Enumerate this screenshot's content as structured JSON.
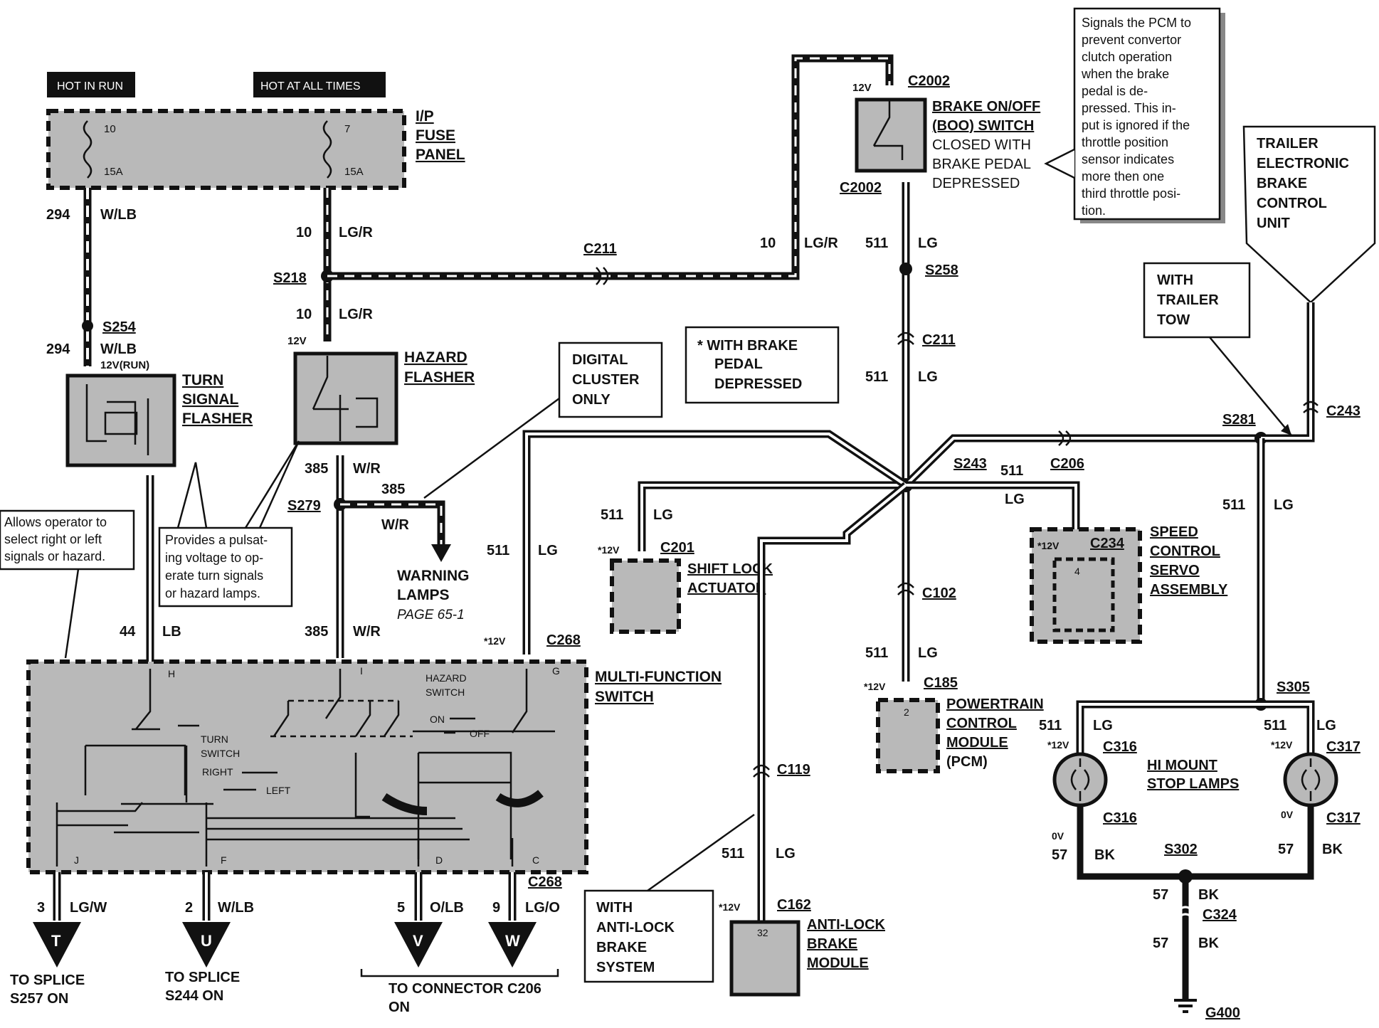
{
  "labels": {
    "hot_in_run": "HOT IN RUN",
    "hot_at_all_times": "HOT AT ALL TIMES",
    "ip": "I/P",
    "fuse": "FUSE",
    "panel": "PANEL",
    "fuse_10": "10",
    "fuse_10_amp": "15A",
    "fuse_7": "7",
    "fuse_7_amp": "15A",
    "w294a_num": "294",
    "w294a_col": "W/LB",
    "w294b_num": "294",
    "w294b_col": "W/LB",
    "s254": "S254",
    "v12run": "12V(RUN)",
    "turn": "TURN",
    "signal": "SIGNAL",
    "flasher": "FLASHER",
    "w10a_num": "10",
    "w10a_col": "LG/R",
    "s218": "S218",
    "w10b_num": "10",
    "w10b_col": "LG/R",
    "v12_hz": "12V",
    "hazard": "HAZARD",
    "hazard_flasher": "FLASHER",
    "c211_top": "C211",
    "w10c_num": "10",
    "w10c_col": "LG/R",
    "c2002_top": "C2002",
    "v12_boo": "12V",
    "boo1": "BRAKE ON/OFF",
    "boo2": "(BOO) SWITCH",
    "boo3": "CLOSED WITH",
    "boo4": "BRAKE PEDAL",
    "boo5": "DEPRESSED",
    "c2002_bot": "C2002",
    "pcm_note": [
      "Signals the PCM to",
      "prevent convertor",
      "clutch operation",
      "when the brake",
      "pedal is de-",
      "pressed. This in-",
      "put is ignored if the",
      "throttle position",
      "sensor indicates",
      "more then one",
      "third throttle posi-",
      "tion."
    ],
    "tebcu": [
      "TRAILER",
      "ELECTRONIC",
      "BRAKE",
      "CONTROL",
      "UNIT"
    ],
    "with_trailer": [
      "WITH",
      "TRAILER",
      "TOW"
    ],
    "w511_top_num": "511",
    "w511_top_col": "LG",
    "s258": "S258",
    "c211_mid": "C211",
    "w511_mid_num": "511",
    "w511_mid_col": "LG",
    "brake_note": [
      "* WITH BRAKE",
      "PEDAL",
      "DEPRESSED"
    ],
    "digital": [
      "DIGITAL",
      "CLUSTER",
      "ONLY"
    ],
    "c243": "C243",
    "s281": "S281",
    "s243": "S243",
    "w511_s243": "511",
    "c206": "C206",
    "w_lg_s243": "LG",
    "w511_right_num": "511",
    "w511_right_col": "LG",
    "w385a_num": "385",
    "w385a_col": "W/R",
    "s279": "S279",
    "w385b_num": "385",
    "w385b_col": "W/R",
    "warning1": "WARNING",
    "warning2": "LAMPS",
    "page": "PAGE 65-1",
    "w511_sl_num": "511",
    "w511_sl_col": "LG",
    "v12_sl": "*12V",
    "c201": "C201",
    "shift1": "SHIFT LOCK",
    "shift2": "ACTUATOR",
    "v12_spd": "*12V",
    "c234": "C234",
    "pin4": "4",
    "speed": [
      "SPEED",
      "CONTROL",
      "SERVO",
      "ASSEMBLY"
    ],
    "w511_cl_num": "511",
    "w511_cl_col": "LG",
    "allows_note": [
      "Allows operator to",
      "select right or left",
      "signals or hazard."
    ],
    "provides_note": [
      "Provides a pulsat-",
      "ing voltage to op-",
      "erate turn signals",
      "or hazard lamps."
    ],
    "w44_num": "44",
    "w44_col": "LB",
    "w385c_num": "385",
    "w385c_col": "W/R",
    "v12_c268": "*12V",
    "c268_top": "C268",
    "mfs1": "MULTI-FUNCTION",
    "mfs2": "SWITCH",
    "pin_h": "H",
    "pin_i": "I",
    "pin_g": "G",
    "pin_j": "J",
    "pin_f": "F",
    "pin_d": "D",
    "pin_c": "C",
    "hazard_sw1": "HAZARD",
    "hazard_sw2": "SWITCH",
    "on": "ON",
    "off": "OFF",
    "turn_sw1": "TURN",
    "turn_sw2": "SWITCH",
    "right": "RIGHT",
    "left": "LEFT",
    "c102": "C102",
    "w511_c102_num": "511",
    "w511_c102_col": "LG",
    "v12_pcm": "*12V",
    "c185": "C185",
    "pin2": "2",
    "pcm": [
      "POWERTRAIN",
      "CONTROL",
      "MODULE",
      "(PCM)"
    ],
    "s305": "S305",
    "w511_l_num": "511",
    "w511_l_col": "LG",
    "w511_r_num": "511",
    "w511_r_col": "LG",
    "v12_c316": "*12V",
    "c316_top": "C316",
    "v12_c317": "*12V",
    "c317_top": "C317",
    "himount1": "HI MOUNT",
    "himount2": "STOP LAMPS",
    "c316_bot": "C316",
    "c317_bot": "C317",
    "v0_l": "0V",
    "v0_r": "0V",
    "w57l_num": "57",
    "w57l_col": "BK",
    "s302": "S302",
    "w57r_num": "57",
    "w57r_col": "BK",
    "w57a_num": "57",
    "w57a_col": "BK",
    "c324": "C324",
    "w57b_num": "57",
    "w57b_col": "BK",
    "g400": "G400",
    "c119": "C119",
    "w511_abs_num": "511",
    "w511_abs_col": "LG",
    "v12_abs": "*12V",
    "c162": "C162",
    "pin32": "32",
    "abs_mod": [
      "ANTI-LOCK",
      "BRAKE",
      "MODULE"
    ],
    "abs_note": [
      "WITH",
      "ANTI-LOCK",
      "BRAKE",
      "SYSTEM"
    ],
    "c268_bot": "C268",
    "w3_num": "3",
    "w3_col": "LG/W",
    "w2_num": "2",
    "w2_col": "W/LB",
    "w5_num": "5",
    "w5_col": "O/LB",
    "w9_num": "9",
    "w9_col": "LG/O",
    "letter_t": "T",
    "letter_u": "U",
    "letter_v": "V",
    "letter_w": "W",
    "splice_t1": "TO SPLICE",
    "splice_t2": "S257 ON",
    "splice_u1": "TO SPLICE",
    "splice_u2": "S244 ON",
    "conn1": "TO CONNECTOR C206",
    "conn2": "ON"
  }
}
